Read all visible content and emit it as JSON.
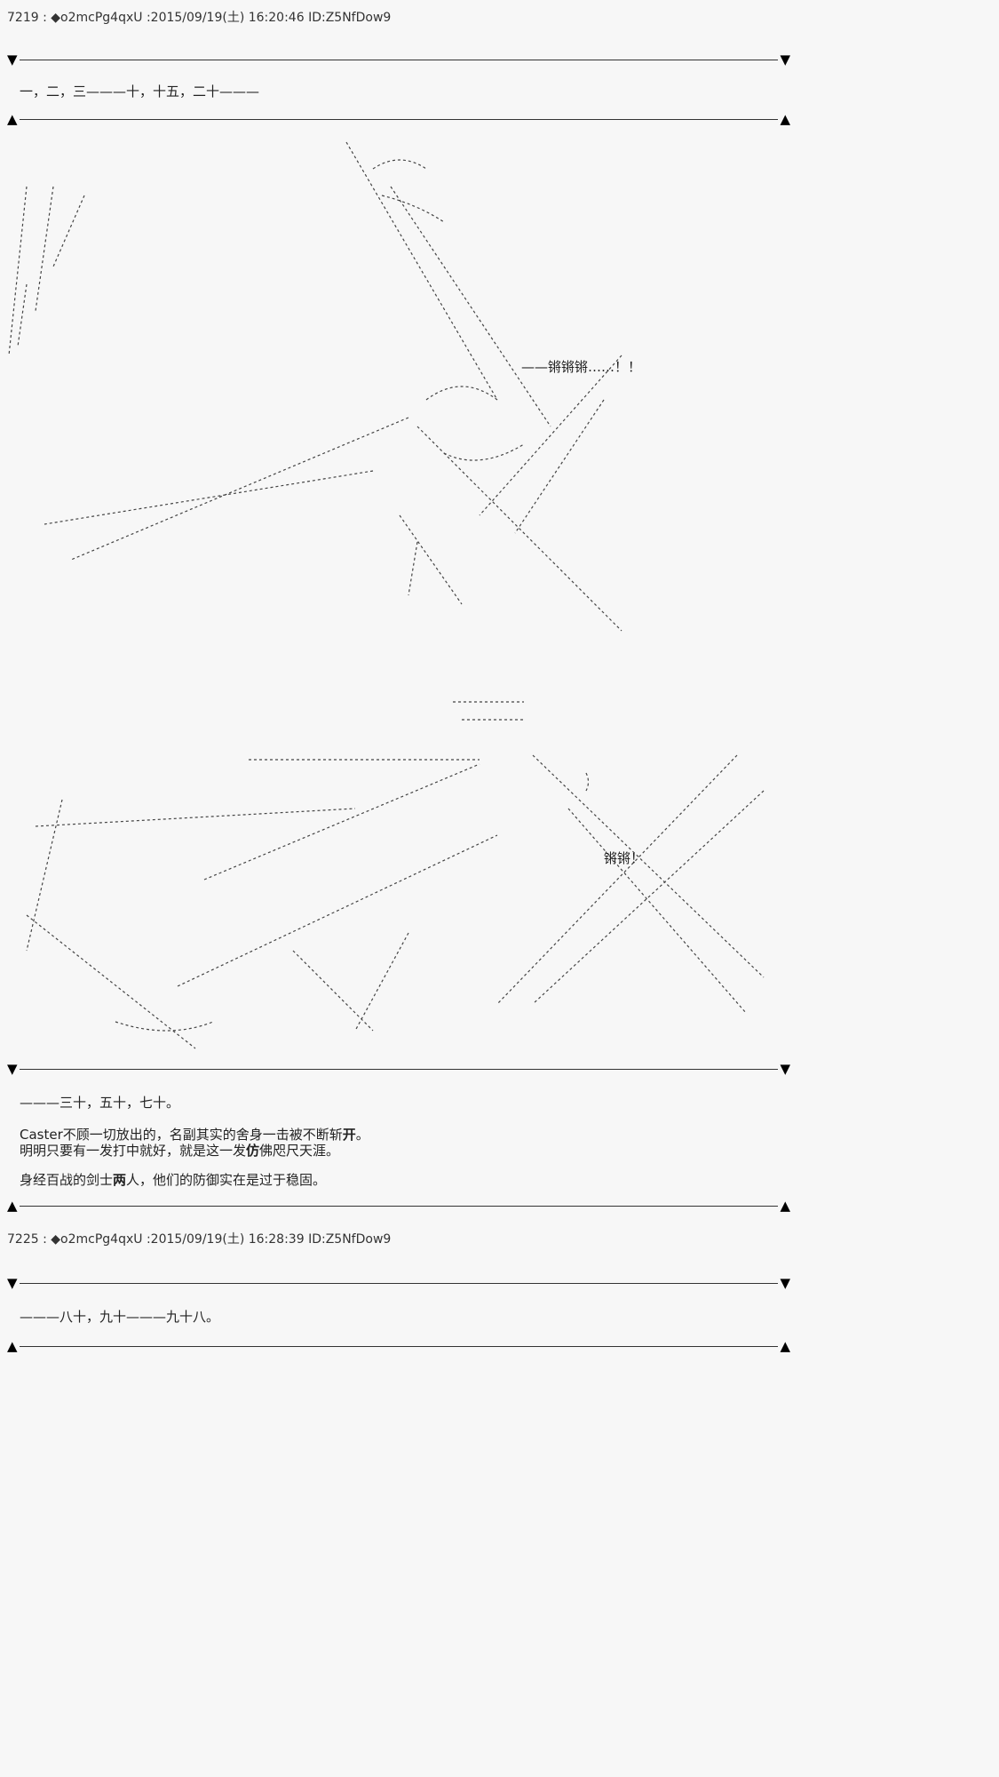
{
  "posts": [
    {
      "number": "7219",
      "trip": "◆o2mcPg4qxU",
      "date": "2015/09/19(土) 16:20:46",
      "id": "ID:Z5NfDow9"
    },
    {
      "number": "7225",
      "trip": "◆o2mcPg4qxU",
      "date": "2015/09/19(土) 16:28:39",
      "id": "ID:Z5NfDow9"
    }
  ],
  "separator": ":",
  "divider": {
    "down": "▼",
    "up": "▲"
  },
  "text": {
    "count1": "一，二，三———十，十五，二十———",
    "sfx1": "——锵锵锵……！！",
    "sfx2": "锵锵！",
    "count2": "———三十，五十，七十。",
    "line1a": "Caster不顾一切放出的，名副其实的舍身一击被不断斩",
    "line1b": "开",
    "line1c": "。",
    "line2a": "明明只要有一发打中就好，就是这一发",
    "line2b": "仿",
    "line2c": "佛咫尺天涯。",
    "line3a": "身经百战的剑士",
    "line3b": "两",
    "line3c": "人，他们的防御实在是过于稳固。",
    "count3": "———八十，九十———九十八。"
  }
}
